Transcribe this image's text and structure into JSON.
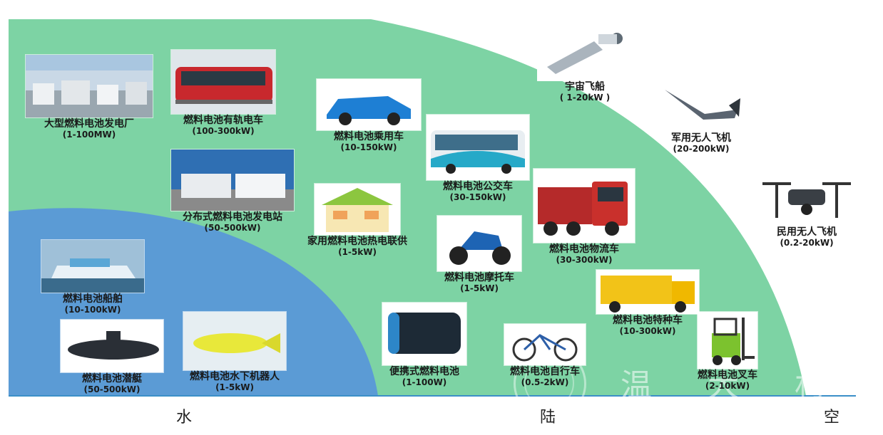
{
  "regions": {
    "water": "水",
    "land": "陆",
    "air": "空"
  },
  "watermark": "温 大 材",
  "items": [
    {
      "name": "大型燃料电池发电厂",
      "range": "(1-100MW)",
      "icon": "power-plant"
    },
    {
      "name": "燃料电池有轨电车",
      "range": "(100-300kW)",
      "icon": "tram"
    },
    {
      "name": "分布式燃料电池发电站",
      "range": "(50-500kW)",
      "icon": "container-station"
    },
    {
      "name": "燃料电池乘用车",
      "range": "(10-150kW)",
      "icon": "car"
    },
    {
      "name": "燃料电池公交车",
      "range": "(30-150kW)",
      "icon": "bus"
    },
    {
      "name": "家用燃料电池热电联供",
      "range": "(1-5kW)",
      "icon": "house"
    },
    {
      "name": "燃料电池摩托车",
      "range": "(1-5kW)",
      "icon": "motorcycle"
    },
    {
      "name": "燃料电池物流车",
      "range": "(30-300kW)",
      "icon": "truck"
    },
    {
      "name": "燃料电池特种车",
      "range": "(10-300kW)",
      "icon": "special-vehicle"
    },
    {
      "name": "便携式燃料电池",
      "range": "(1-100W)",
      "icon": "portable-battery"
    },
    {
      "name": "燃料电池自行车",
      "range": "(0.5-2kW)",
      "icon": "bicycle"
    },
    {
      "name": "燃料电池叉车",
      "range": "(2-10kW)",
      "icon": "forklift"
    },
    {
      "name": "燃料电池船舶",
      "range": "(10-100kW)",
      "icon": "ship"
    },
    {
      "name": "燃料电池潜艇",
      "range": "(50-500kW)",
      "icon": "submarine"
    },
    {
      "name": "燃料电池水下机器人",
      "range": "(1-5kW)",
      "icon": "underwater-robot"
    },
    {
      "name": "宇宙飞船",
      "range": "( 1-20kW )",
      "icon": "spacecraft"
    },
    {
      "name": "军用无人飞机",
      "range": "(20-200kW)",
      "icon": "military-drone"
    },
    {
      "name": "民用无人飞机",
      "range": "(0.2-20kW)",
      "icon": "civil-drone"
    }
  ],
  "colors": {
    "land": "#7dd3a4",
    "water": "#5b9bd5",
    "accent": "#2c9b6a"
  }
}
